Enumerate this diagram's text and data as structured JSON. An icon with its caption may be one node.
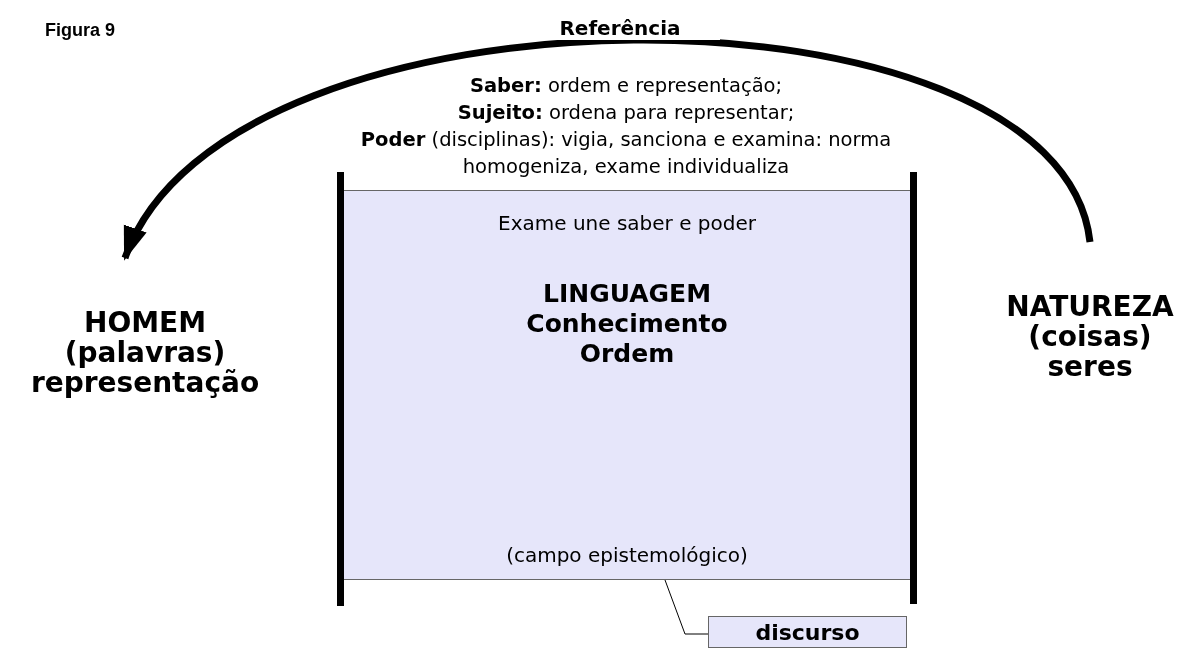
{
  "diagram": {
    "nodes": [
      {
        "text": [
          "NATUREZA (coisas) seres"
        ]
      },
      {
        "text": [
          "HOMEM (palavras) representação"
        ]
      },
      {
        "text": [
          "Exame une saber e poder",
          "LINGUAGEM Conhecimento Ordem",
          "(campo epistemológico)"
        ]
      },
      {
        "text": [
          "discurso"
        ]
      }
    ],
    "edges": [
      {
        "from": 0,
        "to": 1,
        "arrow": "to",
        "label": "Referência",
        "style": "thick"
      },
      {
        "from": 3,
        "to": 2,
        "arrow": "none"
      }
    ],
    "labels": [
      "Figura 9",
      "**Saber:** ordem e representação;",
      "**Sujeito:** ordena para representar;",
      "**Poder** (disciplinas): vigia, sanciona e examina: norma homogeniza, exame individualiza"
    ]
  }
}
